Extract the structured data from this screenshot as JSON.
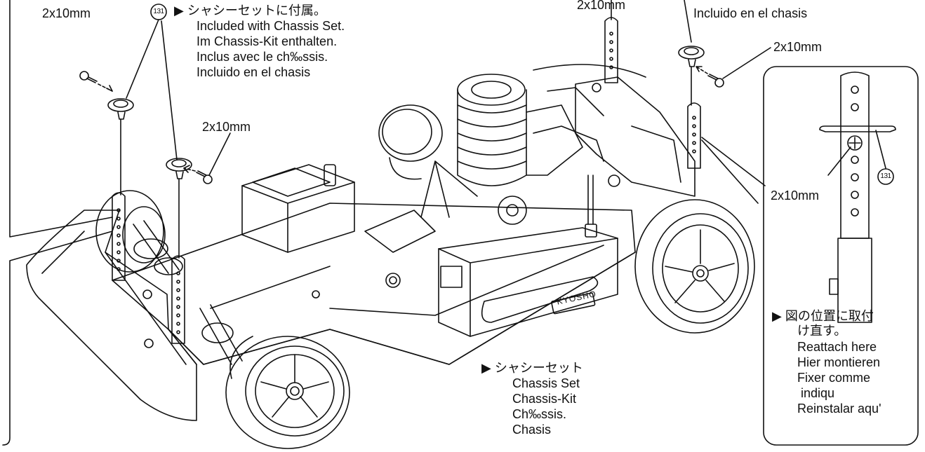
{
  "screws": {
    "top_left": "2x10mm",
    "top_center": "2x10mm",
    "mid_left": "2x10mm",
    "right_upper": "2x10mm",
    "detail_box": "2x10mm"
  },
  "part_number": "131",
  "included_note": {
    "arrow": "▶",
    "ja": "シャシーセットに付属。",
    "en": "Included with Chassis Set.",
    "de": "Im Chassis-Kit enthalten.",
    "fr": "Inclus avec le ch‰ssis.",
    "es": "Incluido en el chasis"
  },
  "included_note_top_right": {
    "es": "Incluido en el chasis"
  },
  "chassis_set_label": {
    "arrow": "▶",
    "ja": "シャシーセット",
    "en": "Chassis Set",
    "de": "Chassis-Kit",
    "fr": "Ch‰ssis.",
    "es": "Chasis"
  },
  "reattach_label": {
    "arrow": "▶",
    "ja_line1": "図の位置に取付",
    "ja_line2": "け直す。",
    "en": "Reattach here",
    "de": "Hier montieren",
    "fr_line1": "Fixer comme",
    "fr_line2": " indiqu",
    "es": "Reinstalar aqu'"
  },
  "brand_logo": "KYOSHO"
}
